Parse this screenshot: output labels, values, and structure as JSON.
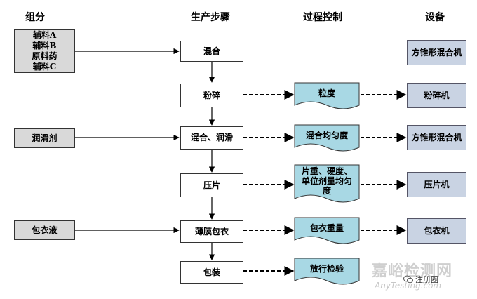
{
  "headers": {
    "components": "组分",
    "steps": "生产步骤",
    "control": "过程控制",
    "equipment": "设备"
  },
  "components": {
    "group1": [
      "辅料A",
      "辅料B",
      "原料药",
      "辅料C"
    ],
    "lubricant": "润滑剂",
    "coating_liquid": "包衣液"
  },
  "steps": [
    "混合",
    "粉碎",
    "混合、润滑",
    "压片",
    "薄膜包衣",
    "包装"
  ],
  "controls": {
    "crush": "粒度",
    "lubricate": "混合均匀度",
    "tablet": [
      "片重、硬度、",
      "单位剂量均匀",
      "度"
    ],
    "coating": "包衣重量",
    "package": "放行检验"
  },
  "equipment": {
    "mix": "方锥形混合机",
    "crush": "粉碎机",
    "lubricate": "方锥形混合机",
    "tablet": "压片机",
    "coating": "包衣机"
  },
  "watermark": {
    "main": "嘉峪检测网",
    "sub": "AnyTesting.com",
    "social": "注册圈"
  },
  "colors": {
    "component_fill": "#d9d9d9",
    "equipment_fill": "#c9d3e3",
    "control_fill": "#a8d8e4"
  }
}
